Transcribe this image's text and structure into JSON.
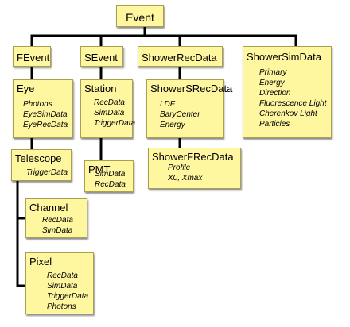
{
  "boxes": {
    "event": {
      "title": "Event"
    },
    "fevent": {
      "title": "FEvent"
    },
    "sevent": {
      "title": "SEvent"
    },
    "shower_rec": {
      "title": "ShowerRecData"
    },
    "shower_sim": {
      "title": "ShowerSimData",
      "items": [
        "Primary",
        "Energy",
        "Direction",
        "Fluorescence Light",
        "Cherenkov Light",
        "Particles"
      ]
    },
    "eye": {
      "title": "Eye",
      "items": [
        "Photons",
        "EyeSimData",
        "EyeRecData"
      ]
    },
    "station": {
      "title": "Station",
      "items": [
        "RecData",
        "SimData",
        "TriggerData"
      ]
    },
    "shower_srec": {
      "title": "ShowerSRecData",
      "items": [
        "LDF",
        "BaryCenter",
        "Energy"
      ]
    },
    "telescope": {
      "title": "Telescope",
      "items": [
        "TriggerData"
      ]
    },
    "pmt": {
      "title": "PMT",
      "items": [
        "SimData",
        "RecData"
      ]
    },
    "shower_frec": {
      "title": "ShowerFRecData",
      "items": [
        "Profile",
        "X0, Xmax"
      ]
    },
    "channel": {
      "title": "Channel",
      "items": [
        "RecData",
        "SimData"
      ]
    },
    "pixel": {
      "title": "Pixel",
      "items": [
        "RecData",
        "SimData",
        "TriggerData",
        "Photons"
      ]
    }
  },
  "colors": {
    "box_fill": "#fff7a0",
    "connector": "#000000"
  }
}
